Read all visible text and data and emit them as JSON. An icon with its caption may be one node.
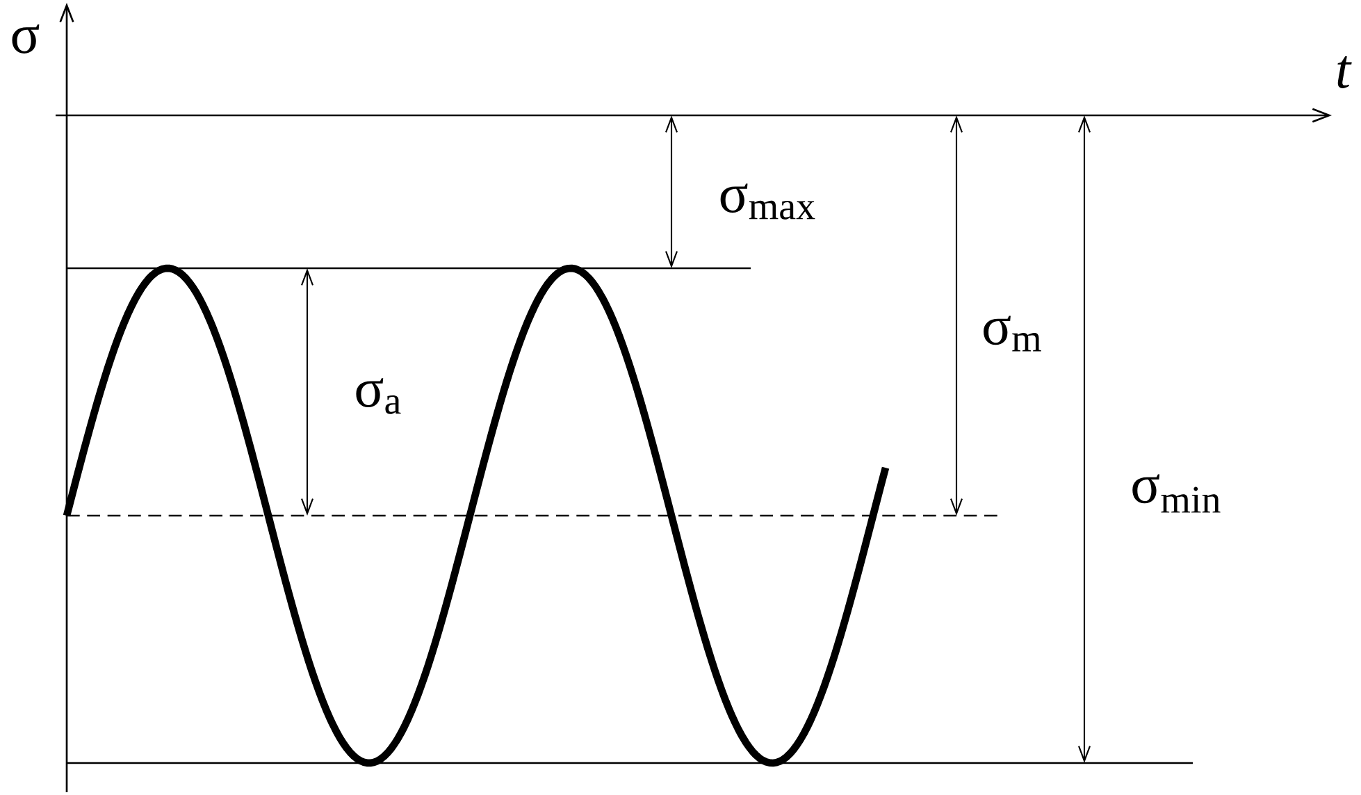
{
  "diagram": {
    "labels": [
      "σ",
      "t",
      "σ$_{max}$",
      "σ$_{a}$",
      "σ$_{m}$",
      "σ$_{min}$"
    ]
  }
}
